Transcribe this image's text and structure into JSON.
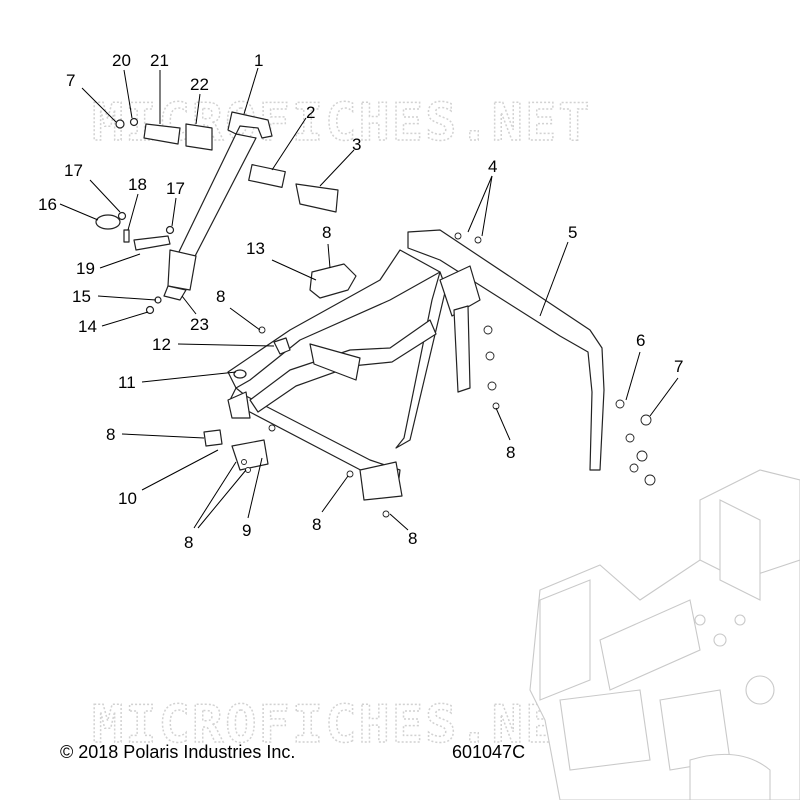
{
  "watermark": "MICROFICHES.NET",
  "copyright": "© 2018 Polaris Industries Inc.",
  "figure_id": "601047C",
  "callouts": {
    "c1": "1",
    "c2": "2",
    "c3": "3",
    "c4": "4",
    "c5": "5",
    "c6": "6",
    "c7a": "7",
    "c7b": "7",
    "c8a": "8",
    "c8b": "8",
    "c8c": "8",
    "c8d": "8",
    "c8e": "8",
    "c8f": "8",
    "c8g": "8",
    "c9": "9",
    "c10": "10",
    "c11": "11",
    "c12": "12",
    "c13": "13",
    "c14": "14",
    "c15": "15",
    "c16": "16",
    "c17a": "17",
    "c17b": "17",
    "c18": "18",
    "c19": "19",
    "c20": "20",
    "c21": "21",
    "c22": "22",
    "c23": "23"
  }
}
